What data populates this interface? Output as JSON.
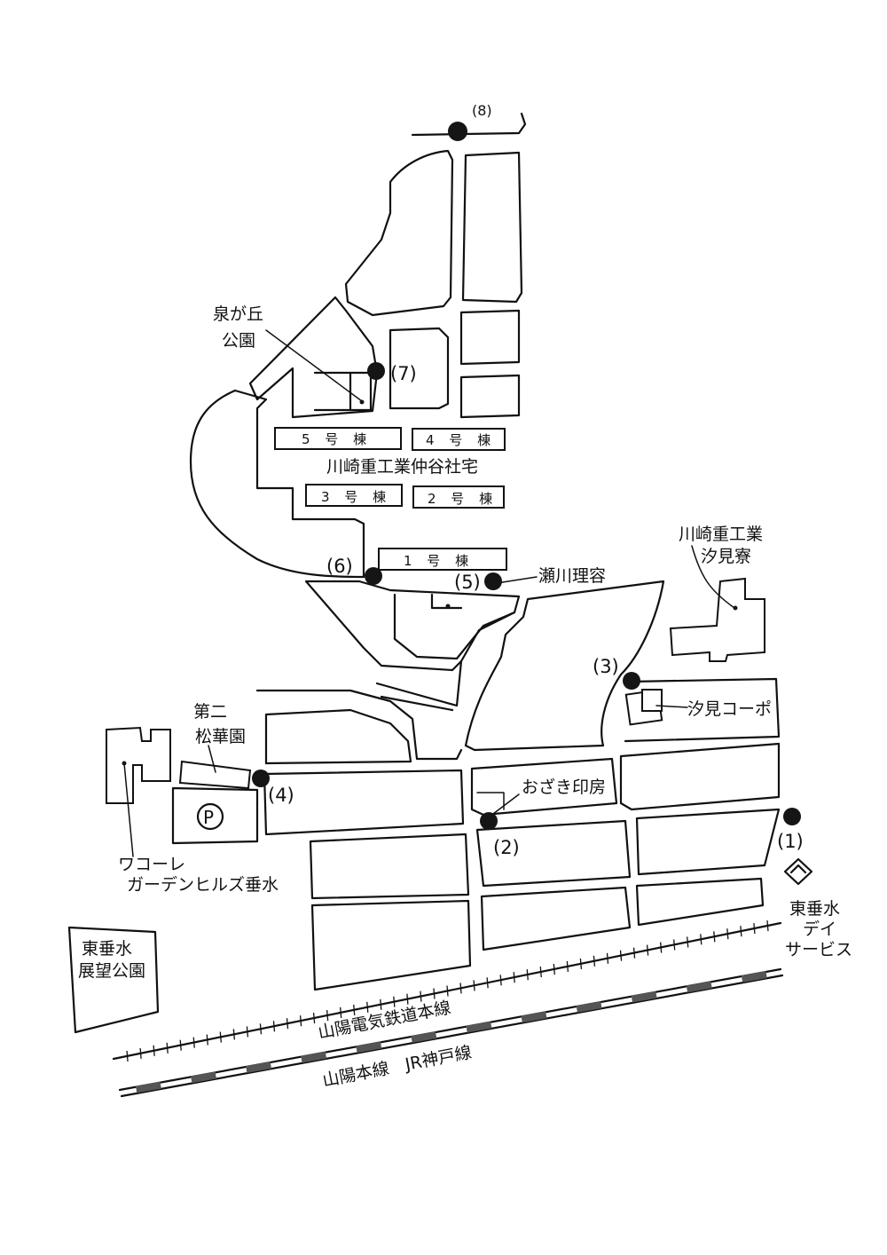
{
  "map": {
    "markers": [
      {
        "label": "(1)"
      },
      {
        "label": "(2)"
      },
      {
        "label": "(3)"
      },
      {
        "label": "(4)"
      },
      {
        "label": "(5)"
      },
      {
        "label": "(6)"
      },
      {
        "label": "(7)"
      },
      {
        "label": "(8)"
      }
    ],
    "places": {
      "izumigaoka_park_1": "泉が丘",
      "izumigaoka_park_2": "公園",
      "kawasaki_company_housing": "川崎重工業仲谷社宅",
      "building_5": "5 号 棟",
      "building_4": "4 号 棟",
      "building_3": "3 号 棟",
      "building_2": "2 号 棟",
      "building_1": "1 号 棟",
      "segawa_barber": "瀬川理容",
      "kawasaki_dorm_1": "川崎重工業",
      "kawasaki_dorm_2": "汐見寮",
      "shiomi_corpo": "汐見コーポ",
      "daini_shokaen_1": "第二",
      "daini_shokaen_2": "松華園",
      "ozaki_print": "おざき印房",
      "parking": "P",
      "wacoal_1": "ワコーレ",
      "wacoal_2": "ガーデンヒルズ垂水",
      "higashi_tarumi_day_1": "東垂水",
      "higashi_tarumi_day_2": "デイ",
      "higashi_tarumi_day_3": "サービス",
      "observatory_park_1": "東垂水",
      "observatory_park_2": "展望公園"
    },
    "railways": {
      "sanyo_electric": "山陽電気鉄道本線",
      "jr_sanyo": "山陽本線　JR神戸線"
    }
  }
}
